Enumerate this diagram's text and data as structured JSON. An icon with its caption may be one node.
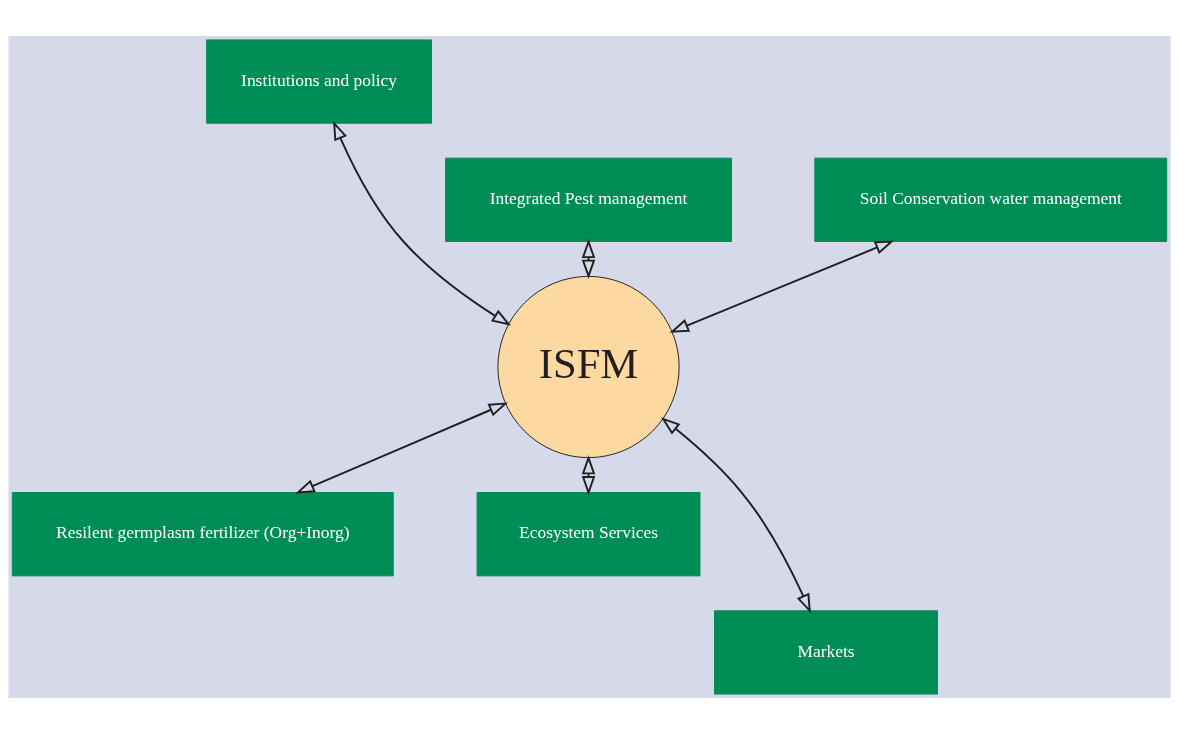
{
  "diagram": {
    "nodes": [
      {
        "text": [
          "Institutions and policy"
        ]
      },
      {
        "text": [
          "Integrated Pest management"
        ]
      },
      {
        "text": [
          "Soil Conservation water management"
        ]
      },
      {
        "text": [
          "ISFM"
        ]
      },
      {
        "text": [
          "Resilent germplasm fertilizer (Org+Inorg)"
        ]
      },
      {
        "text": [
          "Ecosystem Services"
        ]
      },
      {
        "text": [
          "Markets"
        ]
      }
    ],
    "edges": [
      {
        "from": 0,
        "to": 3,
        "arrow": "both"
      },
      {
        "from": 1,
        "to": 3,
        "arrow": "both"
      },
      {
        "from": 2,
        "to": 3,
        "arrow": "both"
      },
      {
        "from": 3,
        "to": 4,
        "arrow": "both"
      },
      {
        "from": 3,
        "to": 5,
        "arrow": "both"
      },
      {
        "from": 3,
        "to": 6,
        "arrow": "both"
      }
    ]
  }
}
